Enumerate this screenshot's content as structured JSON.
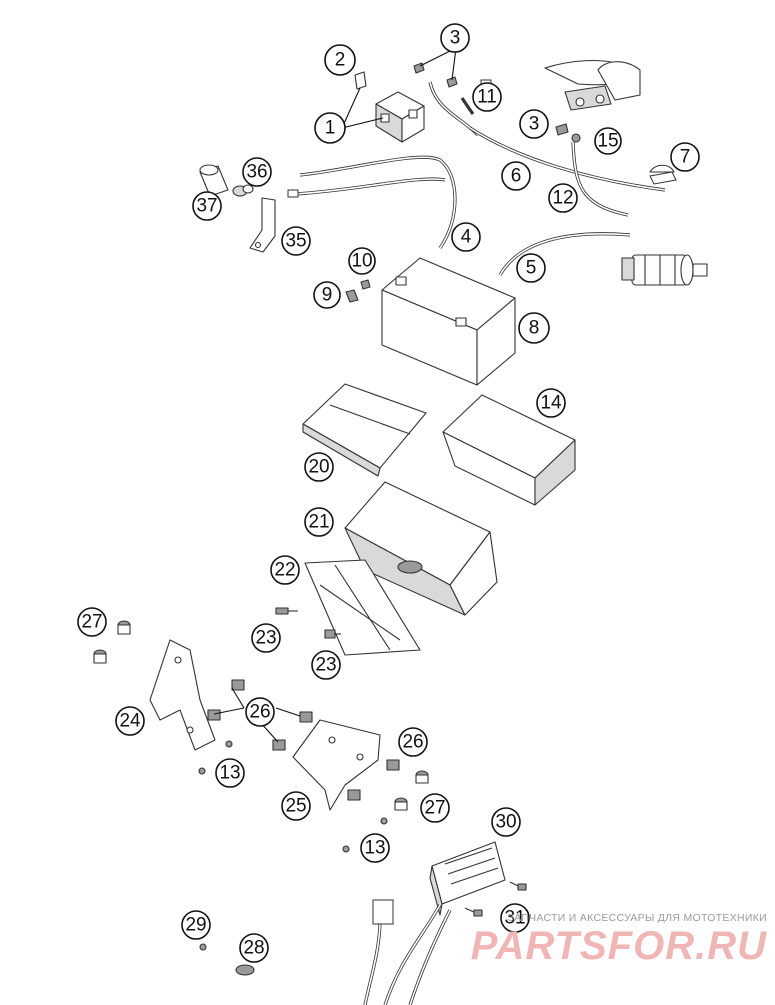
{
  "watermark": {
    "tagline": "ЗАПЧАСТИ И АКСЕССУАРЫ ДЛЯ МОТОТЕХНИКИ",
    "brand": "PARTSFOR.RU"
  },
  "callouts": [
    {
      "id": "callout-1",
      "label": "1"
    },
    {
      "id": "callout-2",
      "label": "2"
    },
    {
      "id": "callout-3a",
      "label": "3"
    },
    {
      "id": "callout-3b",
      "label": "3"
    },
    {
      "id": "callout-4",
      "label": "4"
    },
    {
      "id": "callout-5",
      "label": "5"
    },
    {
      "id": "callout-6",
      "label": "6"
    },
    {
      "id": "callout-7",
      "label": "7"
    },
    {
      "id": "callout-8",
      "label": "8"
    },
    {
      "id": "callout-9",
      "label": "9"
    },
    {
      "id": "callout-10",
      "label": "10"
    },
    {
      "id": "callout-11",
      "label": "11"
    },
    {
      "id": "callout-12",
      "label": "12"
    },
    {
      "id": "callout-13a",
      "label": "13"
    },
    {
      "id": "callout-13b",
      "label": "13"
    },
    {
      "id": "callout-14",
      "label": "14"
    },
    {
      "id": "callout-15",
      "label": "15"
    },
    {
      "id": "callout-20",
      "label": "20"
    },
    {
      "id": "callout-21",
      "label": "21"
    },
    {
      "id": "callout-22",
      "label": "22"
    },
    {
      "id": "callout-23a",
      "label": "23"
    },
    {
      "id": "callout-23b",
      "label": "23"
    },
    {
      "id": "callout-24",
      "label": "24"
    },
    {
      "id": "callout-25",
      "label": "25"
    },
    {
      "id": "callout-26a",
      "label": "26"
    },
    {
      "id": "callout-26b",
      "label": "26"
    },
    {
      "id": "callout-27a",
      "label": "27"
    },
    {
      "id": "callout-27b",
      "label": "27"
    },
    {
      "id": "callout-28",
      "label": "28"
    },
    {
      "id": "callout-29",
      "label": "29"
    },
    {
      "id": "callout-30",
      "label": "30"
    },
    {
      "id": "callout-31",
      "label": "31"
    },
    {
      "id": "callout-35",
      "label": "35"
    },
    {
      "id": "callout-36",
      "label": "36"
    },
    {
      "id": "callout-37",
      "label": "37"
    }
  ]
}
